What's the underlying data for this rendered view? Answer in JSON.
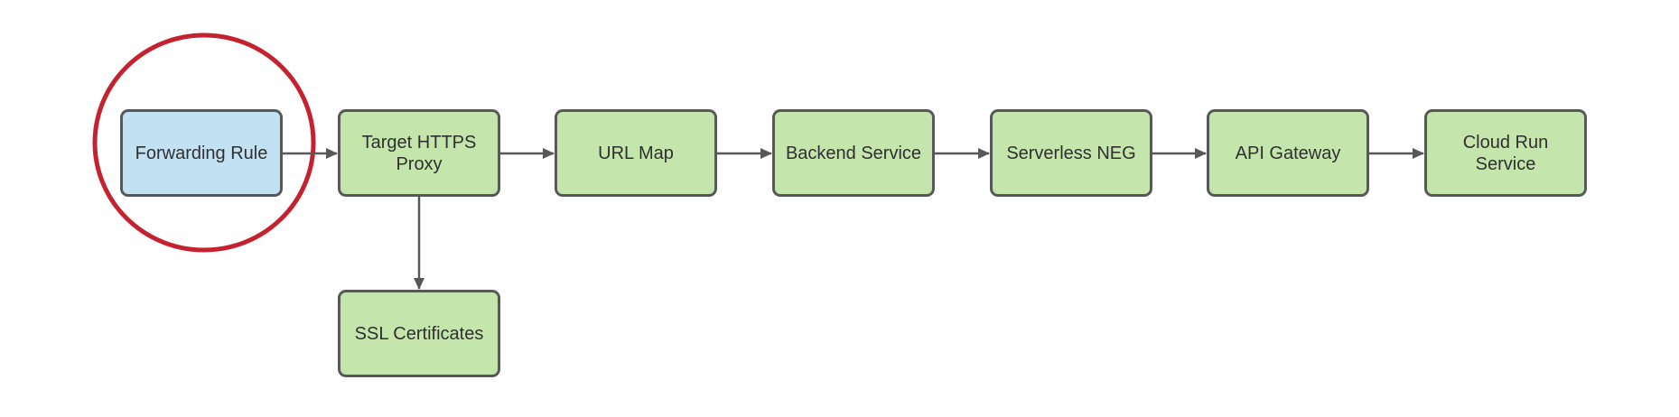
{
  "diagram": {
    "nodes": [
      {
        "id": "forwarding-rule",
        "label": "Forwarding Rule",
        "fill": "blue",
        "highlighted": true
      },
      {
        "id": "target-https-proxy",
        "label": "Target HTTPS Proxy",
        "fill": "green",
        "highlighted": false
      },
      {
        "id": "url-map",
        "label": "URL Map",
        "fill": "green",
        "highlighted": false
      },
      {
        "id": "backend-service",
        "label": "Backend Service",
        "fill": "green",
        "highlighted": false
      },
      {
        "id": "serverless-neg",
        "label": "Serverless NEG",
        "fill": "green",
        "highlighted": false
      },
      {
        "id": "api-gateway",
        "label": "API Gateway",
        "fill": "green",
        "highlighted": false
      },
      {
        "id": "cloud-run-service",
        "label": "Cloud Run Service",
        "fill": "green",
        "highlighted": false
      },
      {
        "id": "ssl-certificates",
        "label": "SSL Certificates",
        "fill": "green",
        "highlighted": false
      }
    ],
    "edges": [
      {
        "from": "forwarding-rule",
        "to": "target-https-proxy",
        "direction": "right"
      },
      {
        "from": "target-https-proxy",
        "to": "url-map",
        "direction": "right"
      },
      {
        "from": "url-map",
        "to": "backend-service",
        "direction": "right"
      },
      {
        "from": "backend-service",
        "to": "serverless-neg",
        "direction": "right"
      },
      {
        "from": "serverless-neg",
        "to": "api-gateway",
        "direction": "right"
      },
      {
        "from": "api-gateway",
        "to": "cloud-run-service",
        "direction": "right"
      },
      {
        "from": "target-https-proxy",
        "to": "ssl-certificates",
        "direction": "down"
      }
    ],
    "annotations": [
      {
        "type": "ellipse",
        "target": "forwarding-rule",
        "color": "#c5222f"
      }
    ],
    "colors": {
      "node_fill_green": "#c4e6ac",
      "node_fill_blue": "#c2e2f4",
      "node_border": "#58585a",
      "arrow": "#58585a",
      "highlight_circle": "#c5222f",
      "text": "#2f2f2f",
      "background": "#ffffff"
    }
  }
}
